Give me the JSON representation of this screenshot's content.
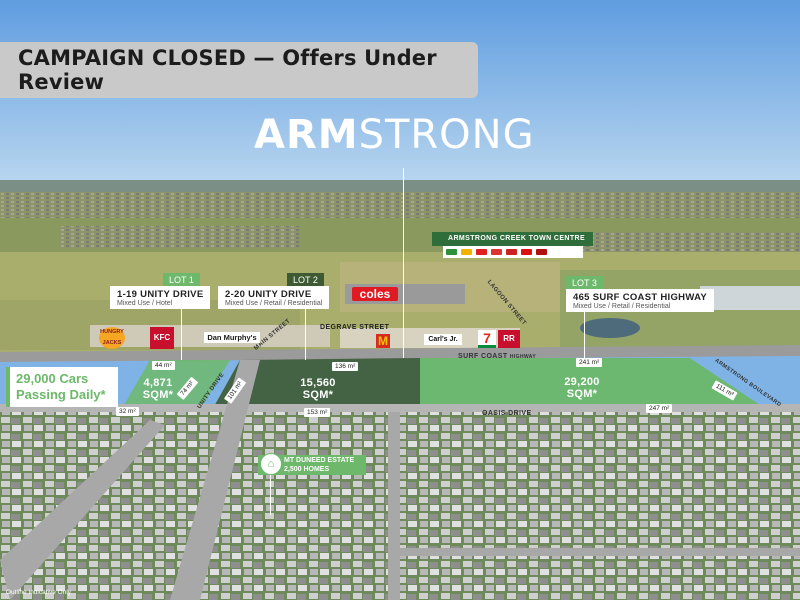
{
  "banner": {
    "text": "CAMPAIGN CLOSED — Offers Under Review"
  },
  "brand": {
    "bold": "ARM",
    "light": "STRONG"
  },
  "town_centre": {
    "label": "ARMSTRONG CREEK TOWN CENTRE"
  },
  "lots": [
    {
      "tag": "LOT 1",
      "title": "1-19 UNITY DRIVE",
      "sub": "Mixed Use / Hotel",
      "area_value": "4,871",
      "area_unit": "SQM*"
    },
    {
      "tag": "LOT 2",
      "title": "2-20 UNITY DRIVE",
      "sub": "Mixed Use / Retail / Residential",
      "area_value": "15,560",
      "area_unit": "SQM*"
    },
    {
      "tag": "LOT 3",
      "title": "465 SURF COAST HIGHWAY",
      "sub": "Mixed Use / Retail / Residential",
      "area_value": "29,200",
      "area_unit": "SQM*"
    }
  ],
  "roads": {
    "surf_coast": "SURF COAST",
    "surf_coast_suffix": "HIGHWAY",
    "oasis": "OASIS DRIVE",
    "unity": "UNITY DRIVE",
    "degrave": "DEGRAVE STREET",
    "main": "MAIN STREET",
    "lagoon": "LAGOON STREET",
    "armstrong_blvd": "ARMSTRONG BOULEVARD"
  },
  "measurements": {
    "m44": "44 m²",
    "m74": "74 m²",
    "m101": "101 m²",
    "m32": "32 m²",
    "m136": "136 m²",
    "m153": "153 m²",
    "m241": "241 m²",
    "m247": "247 m²",
    "m111": "111 m²"
  },
  "traffic": {
    "line1": "29,000 Cars",
    "line2": "Passing Daily*"
  },
  "estate": {
    "name": "MT DUNEED ESTATE",
    "homes": "2,500 HOMES"
  },
  "brands": {
    "coles": "coles",
    "hungry_jacks": "HUNGRY JACKS",
    "kfc": "KFC",
    "dan_murphys": "Dan Murphy's",
    "mcdonalds": "M",
    "carls_jr": "Carl's Jr.",
    "seven_eleven": "7",
    "red_rooster": "RR"
  },
  "footnote": "Outline Indicative Only",
  "colors": {
    "green_light": "#6db86a",
    "green_dark": "#3e5a33",
    "sky": "#7fb3e6"
  }
}
